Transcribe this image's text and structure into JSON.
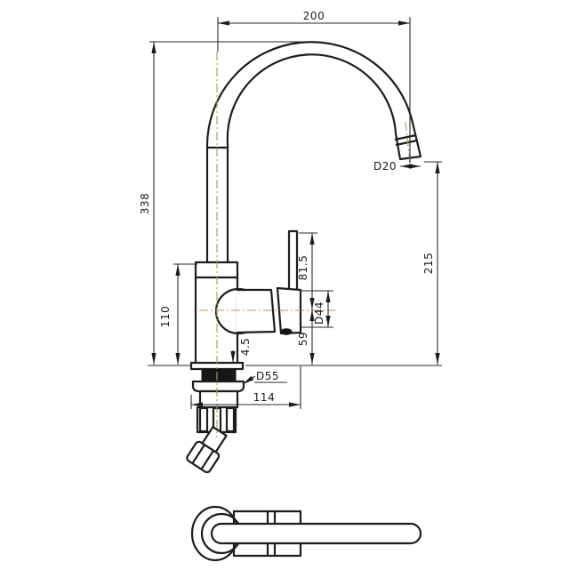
{
  "drawing": {
    "title": "tap-technical-drawing",
    "views": {
      "side_view": "faucet side elevation with dimensions",
      "plan_view": "faucet top view"
    },
    "dimensions": {
      "spout_reach": "200",
      "overall_height": "338",
      "body_height": "110",
      "lever_above_center": "81.5",
      "cartridge_diameter": "D44",
      "center_above_deck": "59",
      "flange_thickness": "4.5",
      "base_diameter": "D55",
      "base_to_handle_width": "114",
      "outlet_diameter": "D20",
      "outlet_height": "215"
    },
    "colors": {
      "line": "#1d1d1d",
      "centerline": "#b5915a",
      "background": "#ffffff"
    }
  }
}
